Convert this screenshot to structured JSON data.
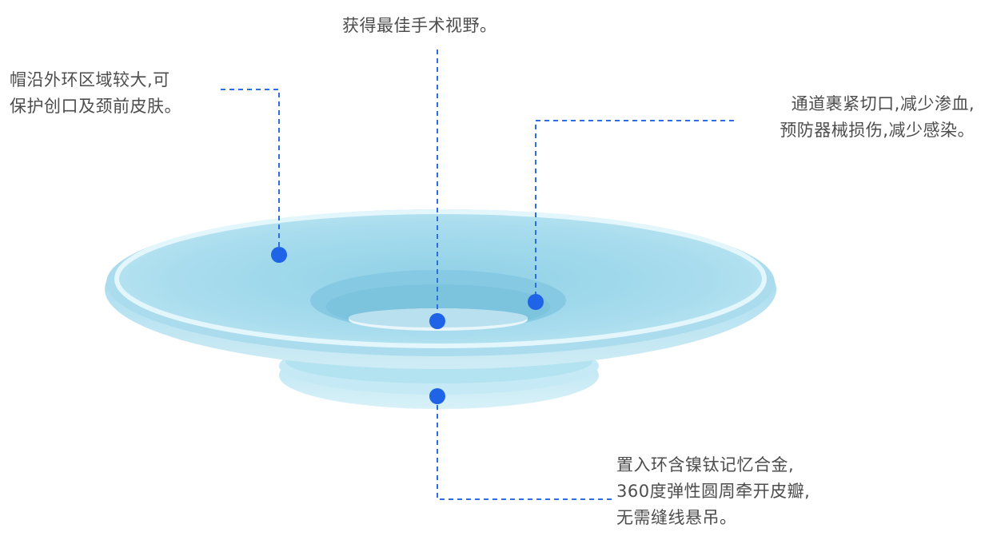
{
  "annotations": {
    "top": {
      "lines": [
        "获得最佳手术视野。"
      ]
    },
    "left": {
      "lines": [
        "帽沿外环区域较大,可",
        "保护创口及颈前皮肤。"
      ]
    },
    "right": {
      "lines": [
        "通道裹紧切口,减少渗血,",
        "预防器械损伤,减少感染。"
      ]
    },
    "bottom": {
      "lines": [
        "置入环含镍钛记忆合金,",
        "360度弹性圆周牵开皮瓣,",
        "无需缝线悬吊。"
      ]
    }
  },
  "colors": {
    "leader_line": "#2d6fe0",
    "marker_dot": "#1f63e6",
    "device_body": "#9fd8ea",
    "device_rim": "#cfeef6",
    "text": "#4d4d4d"
  }
}
